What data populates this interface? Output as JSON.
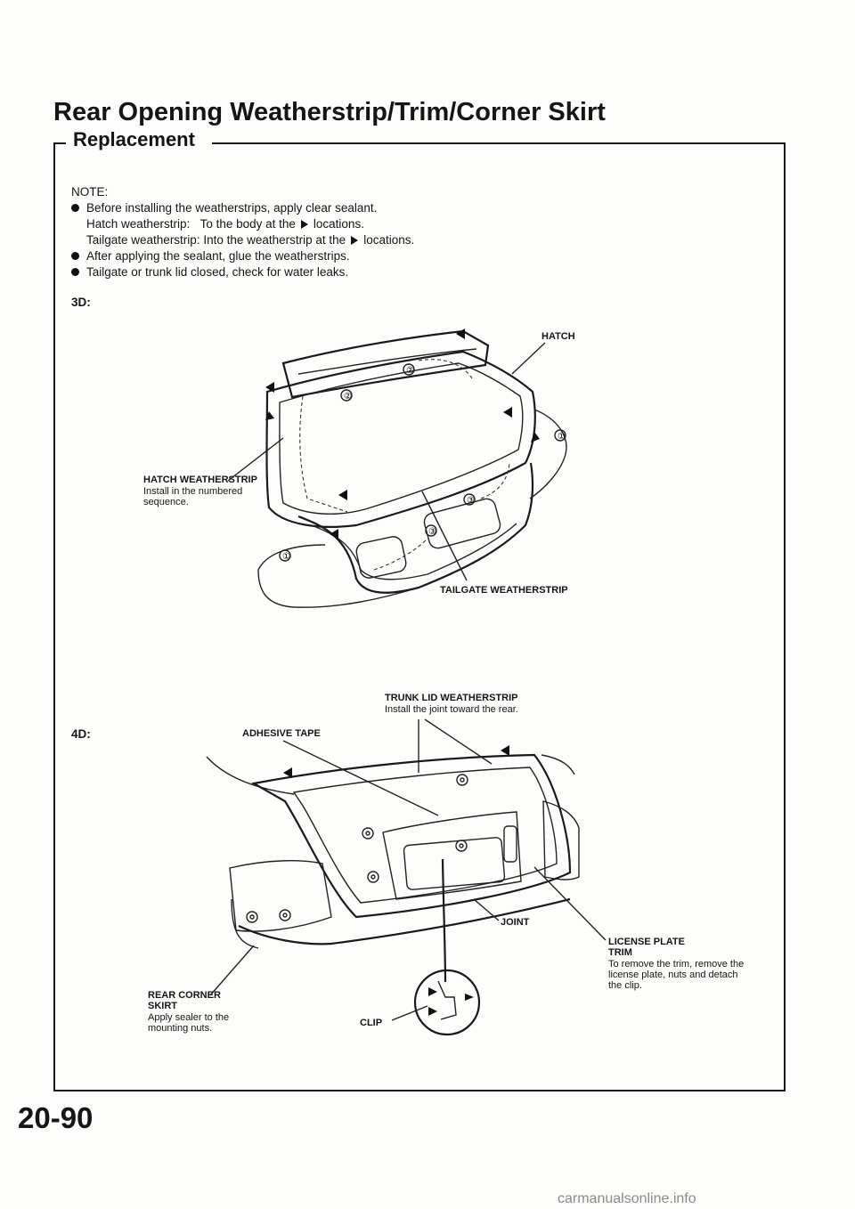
{
  "title": "Rear Opening Weatherstrip/Trim/Corner Skirt",
  "section": "Replacement",
  "note": {
    "heading": "NOTE:",
    "bullet1": "Before installing the weatherstrips, apply clear sealant.",
    "hatch_label": "Hatch weatherstrip:",
    "hatch_pre": "To the body at the",
    "hatch_post": "locations.",
    "tailgate_label": "Tailgate weatherstrip:",
    "tailgate_pre": "Into the weatherstrip at the",
    "tailgate_post": "locations.",
    "bullet2": "After applying the sealant, glue the weatherstrips.",
    "bullet3": "Tailgate or trunk lid closed, check for water leaks."
  },
  "diagram_3d": {
    "model_label": "3D:",
    "hatch": "HATCH",
    "hatch_weatherstrip": "HATCH WEATHERSTRIP",
    "hatch_weatherstrip_note": "Install in the numbered sequence.",
    "tailgate_weatherstrip": "TAILGATE WEATHERSTRIP",
    "seq": [
      "①",
      "②",
      "③"
    ]
  },
  "diagram_4d": {
    "model_label": "4D:",
    "trunk_lid_weatherstrip": "TRUNK LID WEATHERSTRIP",
    "trunk_lid_note": "Install the joint toward the rear.",
    "adhesive_tape": "ADHESIVE TAPE",
    "joint": "JOINT",
    "license_plate_trim": "LICENSE PLATE TRIM",
    "license_plate_note": "To remove the trim, remove the license plate, nuts and detach the clip.",
    "rear_corner_skirt": "REAR CORNER SKIRT",
    "rear_corner_note": "Apply sealer to the mounting nuts.",
    "clip": "CLIP"
  },
  "page_number": "20-90",
  "watermark": "carmanualsonline.info"
}
